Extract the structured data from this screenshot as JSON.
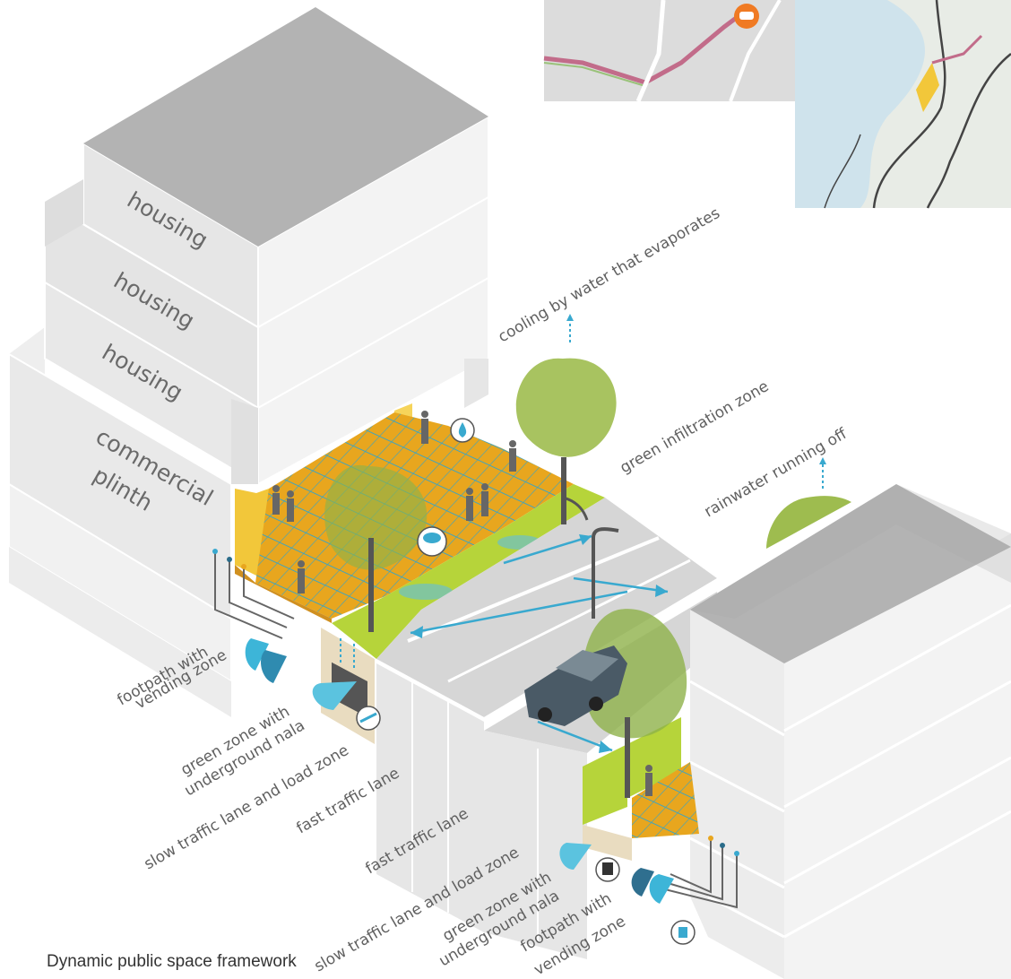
{
  "caption": "Dynamic public space framework",
  "building_labels": [
    "housing",
    "housing",
    "housing",
    "commercial",
    "plinth"
  ],
  "callouts": {
    "cooling": "cooling by water that evaporates",
    "green_infiltration": "green infiltration zone",
    "rainwater": "rainwater running off"
  },
  "zone_labels_left": [
    "footpath with",
    "vending zone",
    "green zone with",
    "underground nala",
    "slow traffic lane and load zone",
    "fast traffic lane"
  ],
  "zone_labels_right": [
    "fast traffic lane",
    "slow traffic lane and load zone",
    "green zone with",
    "underground nala",
    "footpath with",
    "vending zone"
  ],
  "colors": {
    "building_top": "#b3b3b3",
    "building_face": "#e6e6e6",
    "building_side": "#f2f2f2",
    "arcade": "#f2c73a",
    "paving": "#e8a61e",
    "grid": "#3aa4c4",
    "green": "#b6d43a",
    "tree": "#9ebc4f",
    "water": "#3db5d8",
    "road": "#d4d4d4",
    "map_river": "#c9d96f"
  },
  "icons": [
    "car-icon",
    "water-drop-icon",
    "rain-cloud-icon",
    "fish-icon",
    "tap-icon",
    "drinking-cup-icon",
    "pipe-outlet-icon"
  ]
}
